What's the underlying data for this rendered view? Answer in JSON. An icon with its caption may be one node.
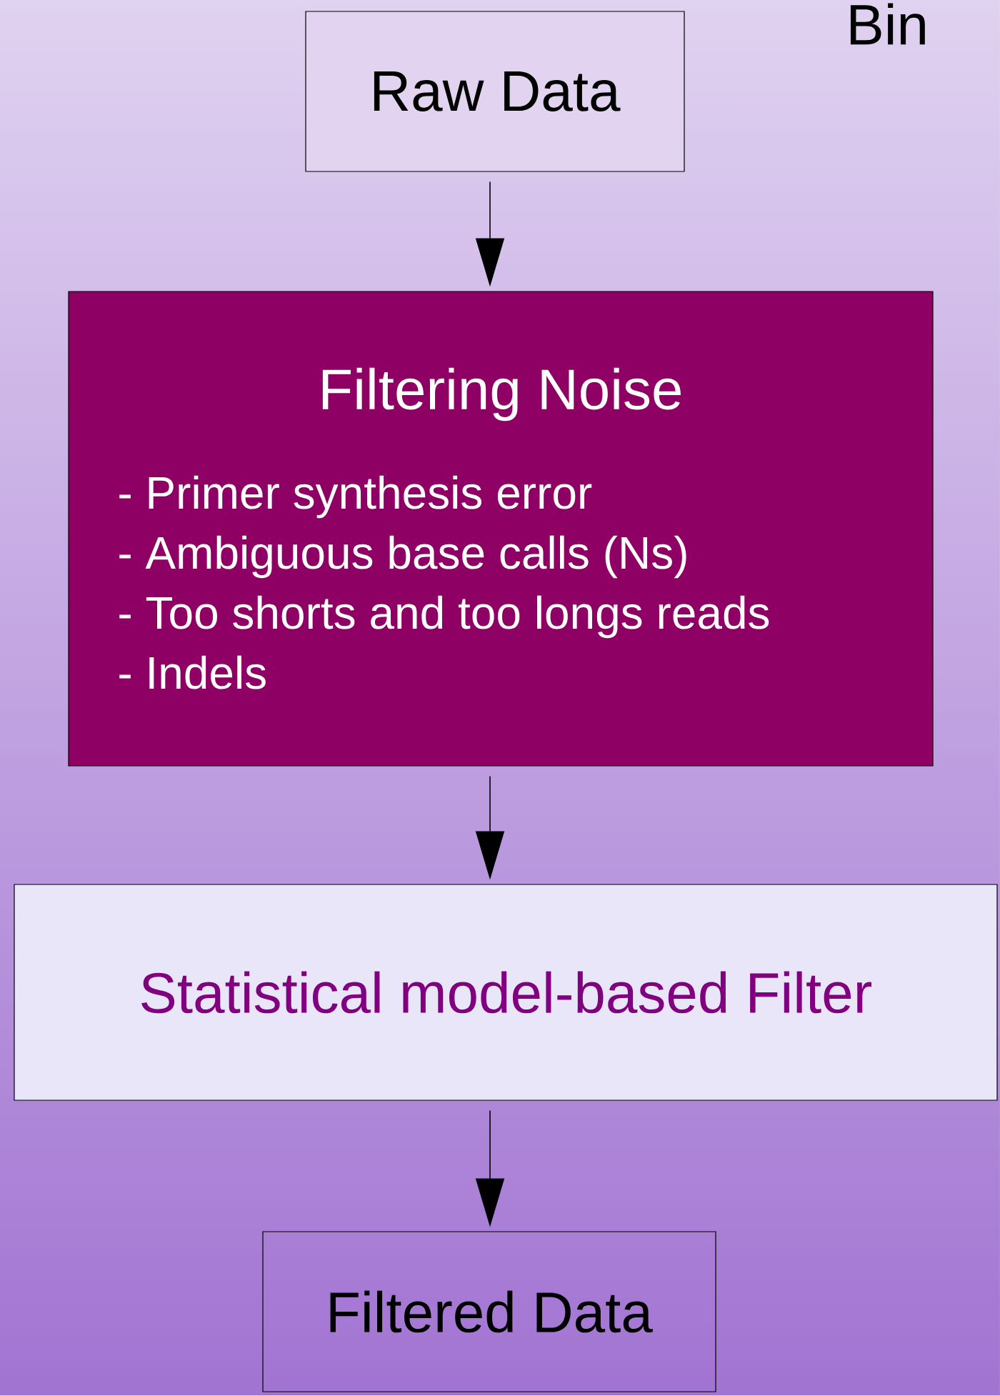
{
  "diagram": {
    "nodes": [
      {
        "text": [
          "Raw Data"
        ]
      },
      {
        "text": [
          "Filtering Noise",
          "- Primer synthesis error",
          "- Ambiguous base calls (Ns)",
          "- Too shorts and too longs reads",
          "- Indels"
        ]
      },
      {
        "text": [
          "Statistical model-based Filter"
        ]
      },
      {
        "text": [
          "Filtered Data"
        ]
      }
    ],
    "edges": [
      {
        "from": 0,
        "to": 1,
        "arrow": "to"
      },
      {
        "from": 1,
        "to": 2,
        "arrow": "to"
      },
      {
        "from": 2,
        "to": 3,
        "arrow": "to"
      }
    ],
    "labels": [
      "Bin"
    ]
  }
}
